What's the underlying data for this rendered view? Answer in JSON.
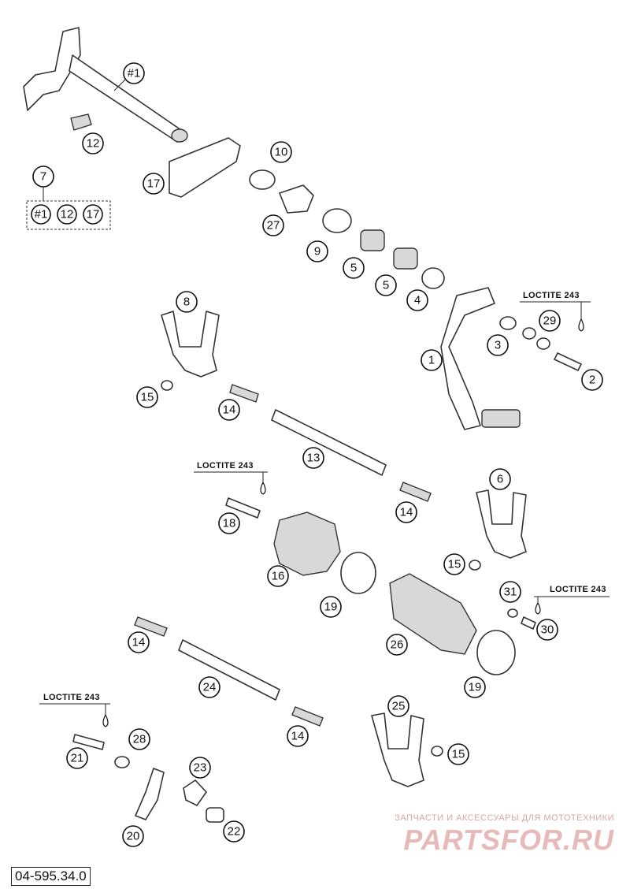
{
  "diagram": {
    "drawing_code": "04-595.34.0",
    "loctite_label": "LOCTITE 243",
    "kit": {
      "number": "7",
      "contents": [
        "#1",
        "12",
        "17"
      ]
    },
    "callouts": {
      "c1": "1",
      "c2": "2",
      "c3": "3",
      "c4": "4",
      "c5a": "5",
      "c5b": "5",
      "c6": "6",
      "c7": "7",
      "c8": "8",
      "c9": "9",
      "c10": "10",
      "c12": "12",
      "c13": "13",
      "c14a": "14",
      "c14b": "14",
      "c14c": "14",
      "c14d": "14",
      "c15a": "15",
      "c15b": "15",
      "c15c": "15",
      "c16": "16",
      "c17": "17",
      "c18": "18",
      "c19a": "19",
      "c19b": "19",
      "c20": "20",
      "c21": "21",
      "c22": "22",
      "c23": "23",
      "c24": "24",
      "c25": "25",
      "c26": "26",
      "c27": "27",
      "c28": "28",
      "c29": "29",
      "c30": "30",
      "c31": "31",
      "shaft": "#1"
    }
  },
  "watermark": {
    "caption": "ЗАПЧАСТИ И АКСЕССУАРЫ ДЛЯ МОТОТЕХНИКИ",
    "brand": "PARTSFOR.RU"
  }
}
